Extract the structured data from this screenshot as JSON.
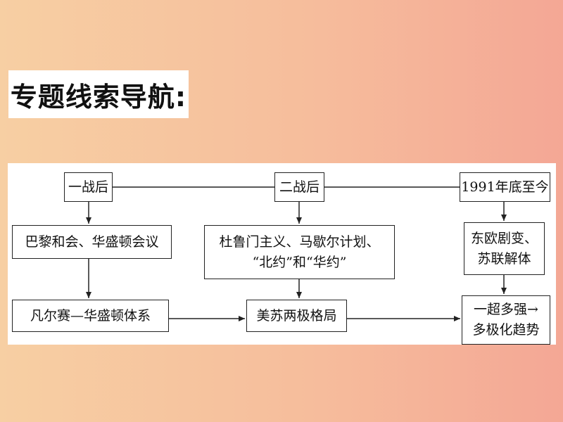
{
  "title": "专题线索导航:",
  "diagram": {
    "nodes": {
      "ww1": "一战后",
      "ww2": "二战后",
      "y1991": "1991年底至今",
      "paris": "巴黎和会、华盛顿会议",
      "truman": "杜鲁门主义、马歇尔计划、\n“北约”和“华约”",
      "eastern_europe": "东欧剧变、\n苏联解体",
      "versailles": "凡尔赛—华盛顿体系",
      "bipolar": "美苏两极格局",
      "multipolar": "一超多强→\n多极化趋势"
    }
  }
}
